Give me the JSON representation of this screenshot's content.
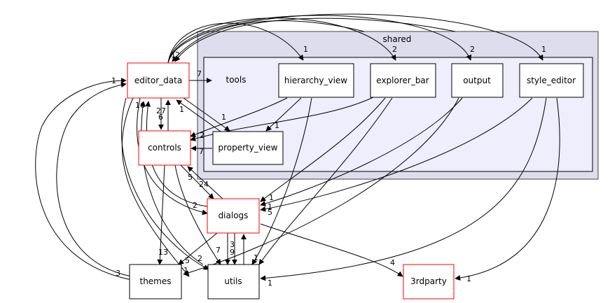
{
  "clusters": {
    "shared": "shared",
    "tools": "tools"
  },
  "nodes": {
    "editor_data": "editor_data",
    "controls": "controls",
    "dialogs": "dialogs",
    "themes": "themes",
    "utils": "utils",
    "thirdparty": "3rdparty",
    "hierarchy_view": "hierarchy_view",
    "explorer_bar": "explorer_bar",
    "output": "output",
    "style_editor": "style_editor",
    "property_view": "property_view"
  },
  "edge_labels": {
    "e_ed_tools": "7",
    "e_tools_ed_a": "1",
    "e_tools_ed_b": "2",
    "e_ed_hier": "1",
    "e_ed_expl": "2",
    "e_ed_out": "2",
    "e_ed_style": "1",
    "e_ed_ctrl_a": "27",
    "e_ed_ctrl_b": "6",
    "e_ed_ctrl_c": "16",
    "e_ed_ctrl_d": "1",
    "e_ed_prop": "1",
    "e_prop_ed": "1",
    "e_hier_prop": "1",
    "e_ctrl_prop": "2",
    "e_prop_ctrl": "7",
    "e_ctrl_dlg": "5",
    "e_dlg_ctrl": "24",
    "e_ed_dlg": "2",
    "e_dlg_utils_a": "3",
    "e_dlg_utils_b": "9",
    "e_utils_dlg": "1",
    "e_ctrl_themes": "13",
    "e_ed_themes": "5",
    "e_ed_utils": "2",
    "e_ctrl_utils": "7",
    "e_themes_ed": "1",
    "e_themes_ed2": "3",
    "e_dlg_3rd": "4",
    "e_style_3rd": "1",
    "e_style_utils": "1",
    "e_expl_dlg": "1",
    "e_out_dlg": "1",
    "e_style_dlg": "5",
    "e_dlg_themes": "1"
  }
}
